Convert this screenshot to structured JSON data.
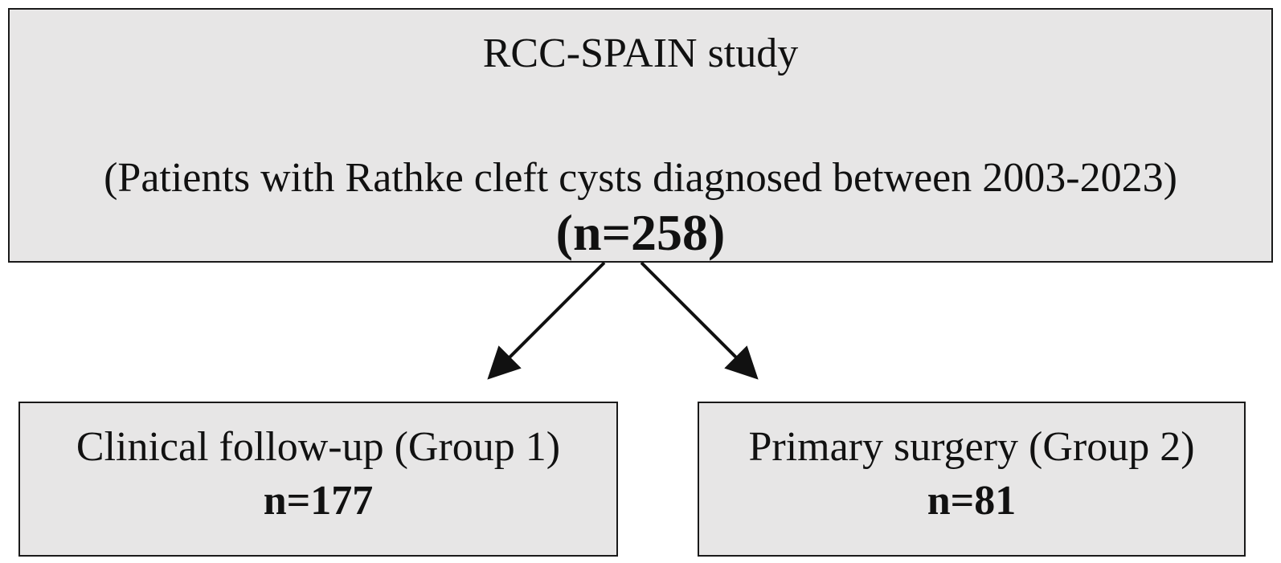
{
  "flowchart": {
    "top": {
      "title": "RCC-SPAIN study",
      "subtitle": "(Patients with Rathke cleft cysts diagnosed between 2003-2023)",
      "count": "(n=258)"
    },
    "left": {
      "title": "Clinical follow-up (Group 1)",
      "count": "n=177"
    },
    "right": {
      "title": "Primary surgery (Group 2)",
      "count": "n=81"
    }
  },
  "colors": {
    "box_fill": "#e7e6e6",
    "border": "#1a1a1a",
    "text": "#111111"
  }
}
